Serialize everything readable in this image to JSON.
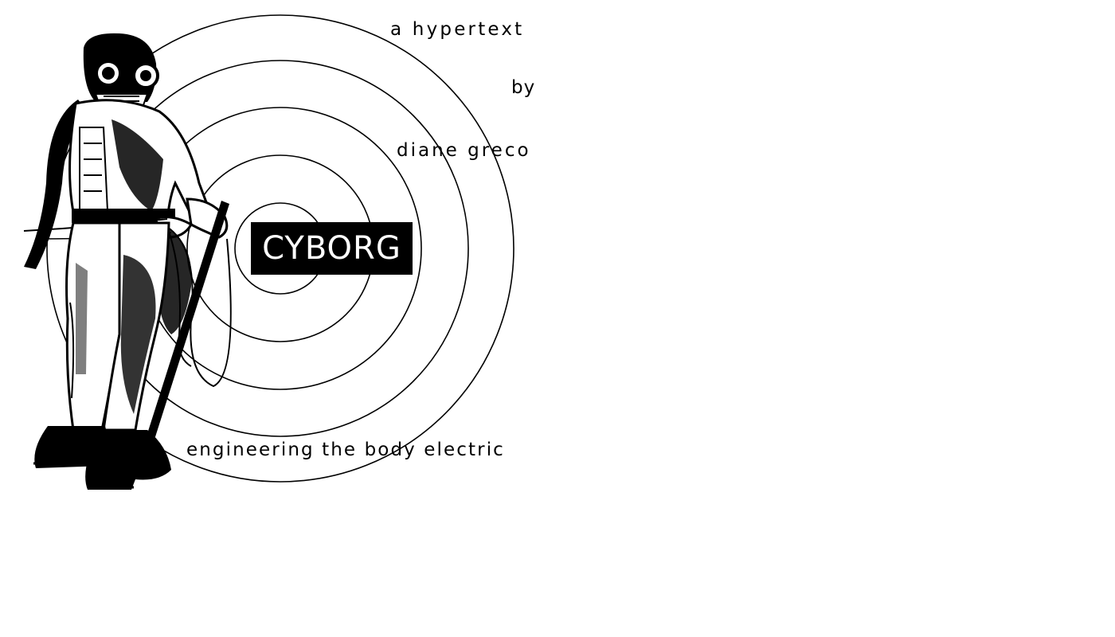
{
  "title": "CYBORG",
  "subtitle": "a hypertext",
  "byline": "by",
  "author": "diane greco",
  "tagline": "engineering the body electric",
  "colors": {
    "background": "#ffffff",
    "ink": "#000000",
    "title_text": "#ffffff"
  },
  "icons": [
    "target-rings-icon",
    "diver-figure-icon"
  ]
}
